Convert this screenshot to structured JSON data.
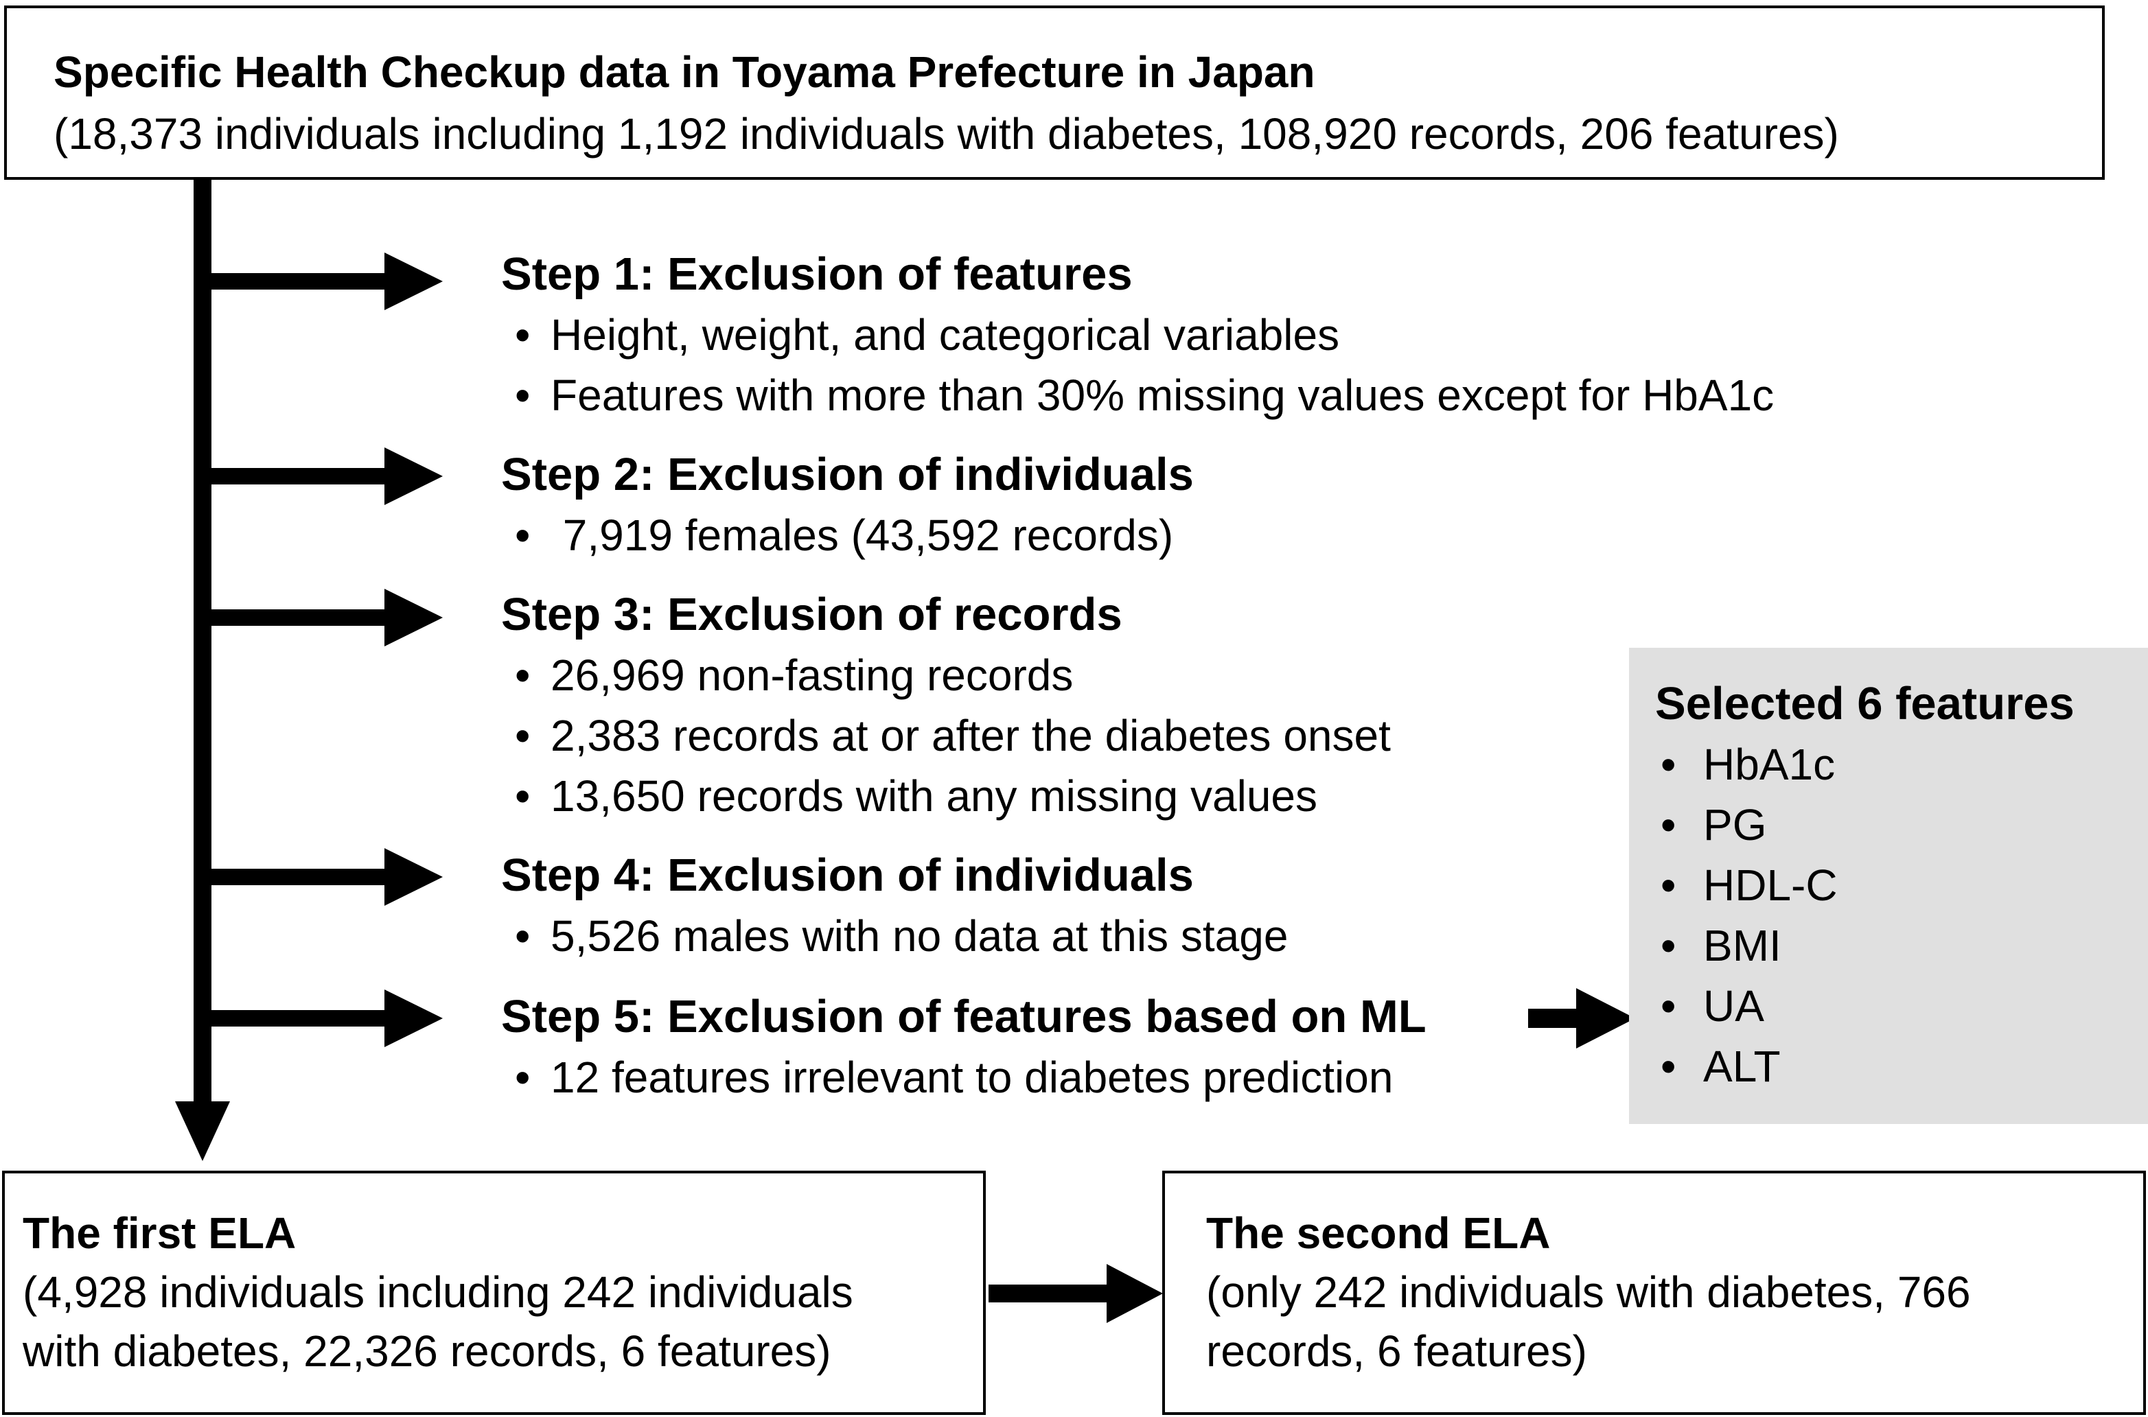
{
  "top": {
    "title": "Specific Health Checkup data in Toyama Prefecture in Japan",
    "subtitle": "(18,373 individuals including 1,192 individuals with diabetes, 108,920 records, 206 features)"
  },
  "steps": [
    {
      "title": "Step 1: Exclusion of features",
      "items": [
        "Height, weight, and categorical variables",
        "Features with more than 30% missing values except for HbA1c"
      ]
    },
    {
      "title": "Step 2: Exclusion of individuals",
      "items": [
        " 7,919 females (43,592 records)"
      ]
    },
    {
      "title": "Step 3: Exclusion of records",
      "items": [
        "26,969 non-fasting records",
        "2,383 records at or after the diabetes onset",
        "13,650 records with any missing values"
      ]
    },
    {
      "title": "Step 4: Exclusion of individuals",
      "items": [
        "5,526 males with no data at this stage"
      ]
    },
    {
      "title": "Step 5: Exclusion of features based on ML",
      "items": [
        "12 features irrelevant to diabetes prediction"
      ]
    }
  ],
  "bullet_char": "•",
  "selected": {
    "title": "Selected 6 features",
    "items": [
      "HbA1c",
      "PG",
      "HDL-C",
      "BMI",
      "UA",
      "ALT"
    ]
  },
  "first_ela": {
    "title": "The first ELA",
    "lines": [
      "(4,928 individuals including 242 individuals",
      "with diabetes, 22,326 records, 6 features)"
    ]
  },
  "second_ela": {
    "title": "The second ELA",
    "lines": [
      "(only 242 individuals with diabetes, 766",
      "records, 6 features)"
    ]
  }
}
